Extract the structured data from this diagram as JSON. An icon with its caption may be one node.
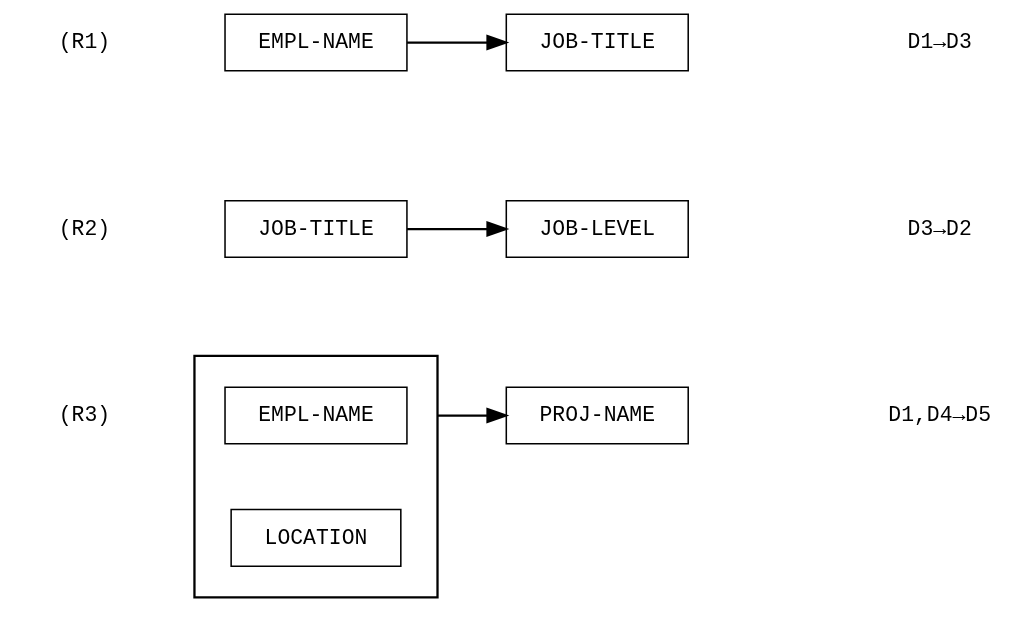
{
  "diagram": {
    "nodes": [
      {
        "text": [
          "EMPL-NAME"
        ]
      },
      {
        "text": [
          "JOB-TITLE"
        ]
      },
      {
        "text": [
          "JOB-TITLE"
        ]
      },
      {
        "text": [
          "JOB-LEVEL"
        ]
      },
      {
        "text": [],
        "shape": "box"
      },
      {
        "text": [
          "EMPL-NAME"
        ],
        "in": 4
      },
      {
        "text": [
          "LOCATION"
        ],
        "in": 4
      },
      {
        "text": [
          "PROJ-NAME"
        ]
      }
    ],
    "edges": [
      {
        "from": 0,
        "to": 1,
        "arrow": "to"
      },
      {
        "from": 2,
        "to": 3,
        "arrow": "to"
      },
      {
        "from": 4,
        "to": 7,
        "arrow": "to"
      }
    ],
    "labels": [
      "(R1)",
      "D1→D3",
      "(R2)",
      "D3→D2",
      "(R3)",
      "D1,D4→D5"
    ]
  }
}
